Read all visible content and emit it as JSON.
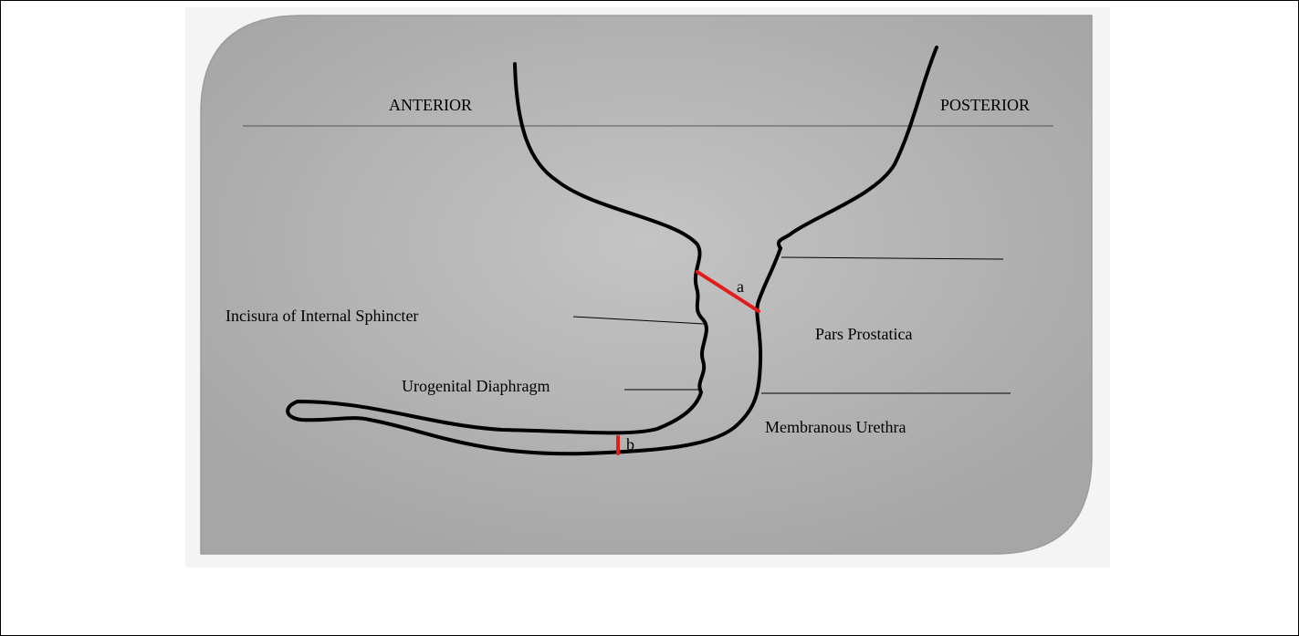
{
  "diagram": {
    "labels": {
      "anterior": "ANTERIOR",
      "posterior": "POSTERIOR",
      "incisura": "Incisura of Internal Sphincter",
      "pars_prostatica": "Pars Prostatica",
      "urogenital_diaphragm": "Urogenital Diaphragm",
      "membranous_urethra": "Membranous Urethra",
      "marker_a": "a",
      "marker_b": "b"
    },
    "colors": {
      "panel_fill": "#a9a9a9",
      "panel_center": "#c2c2c2",
      "outline": "#000000",
      "marker": "#e31b1b",
      "reference_line": "#4a4a4a"
    }
  }
}
